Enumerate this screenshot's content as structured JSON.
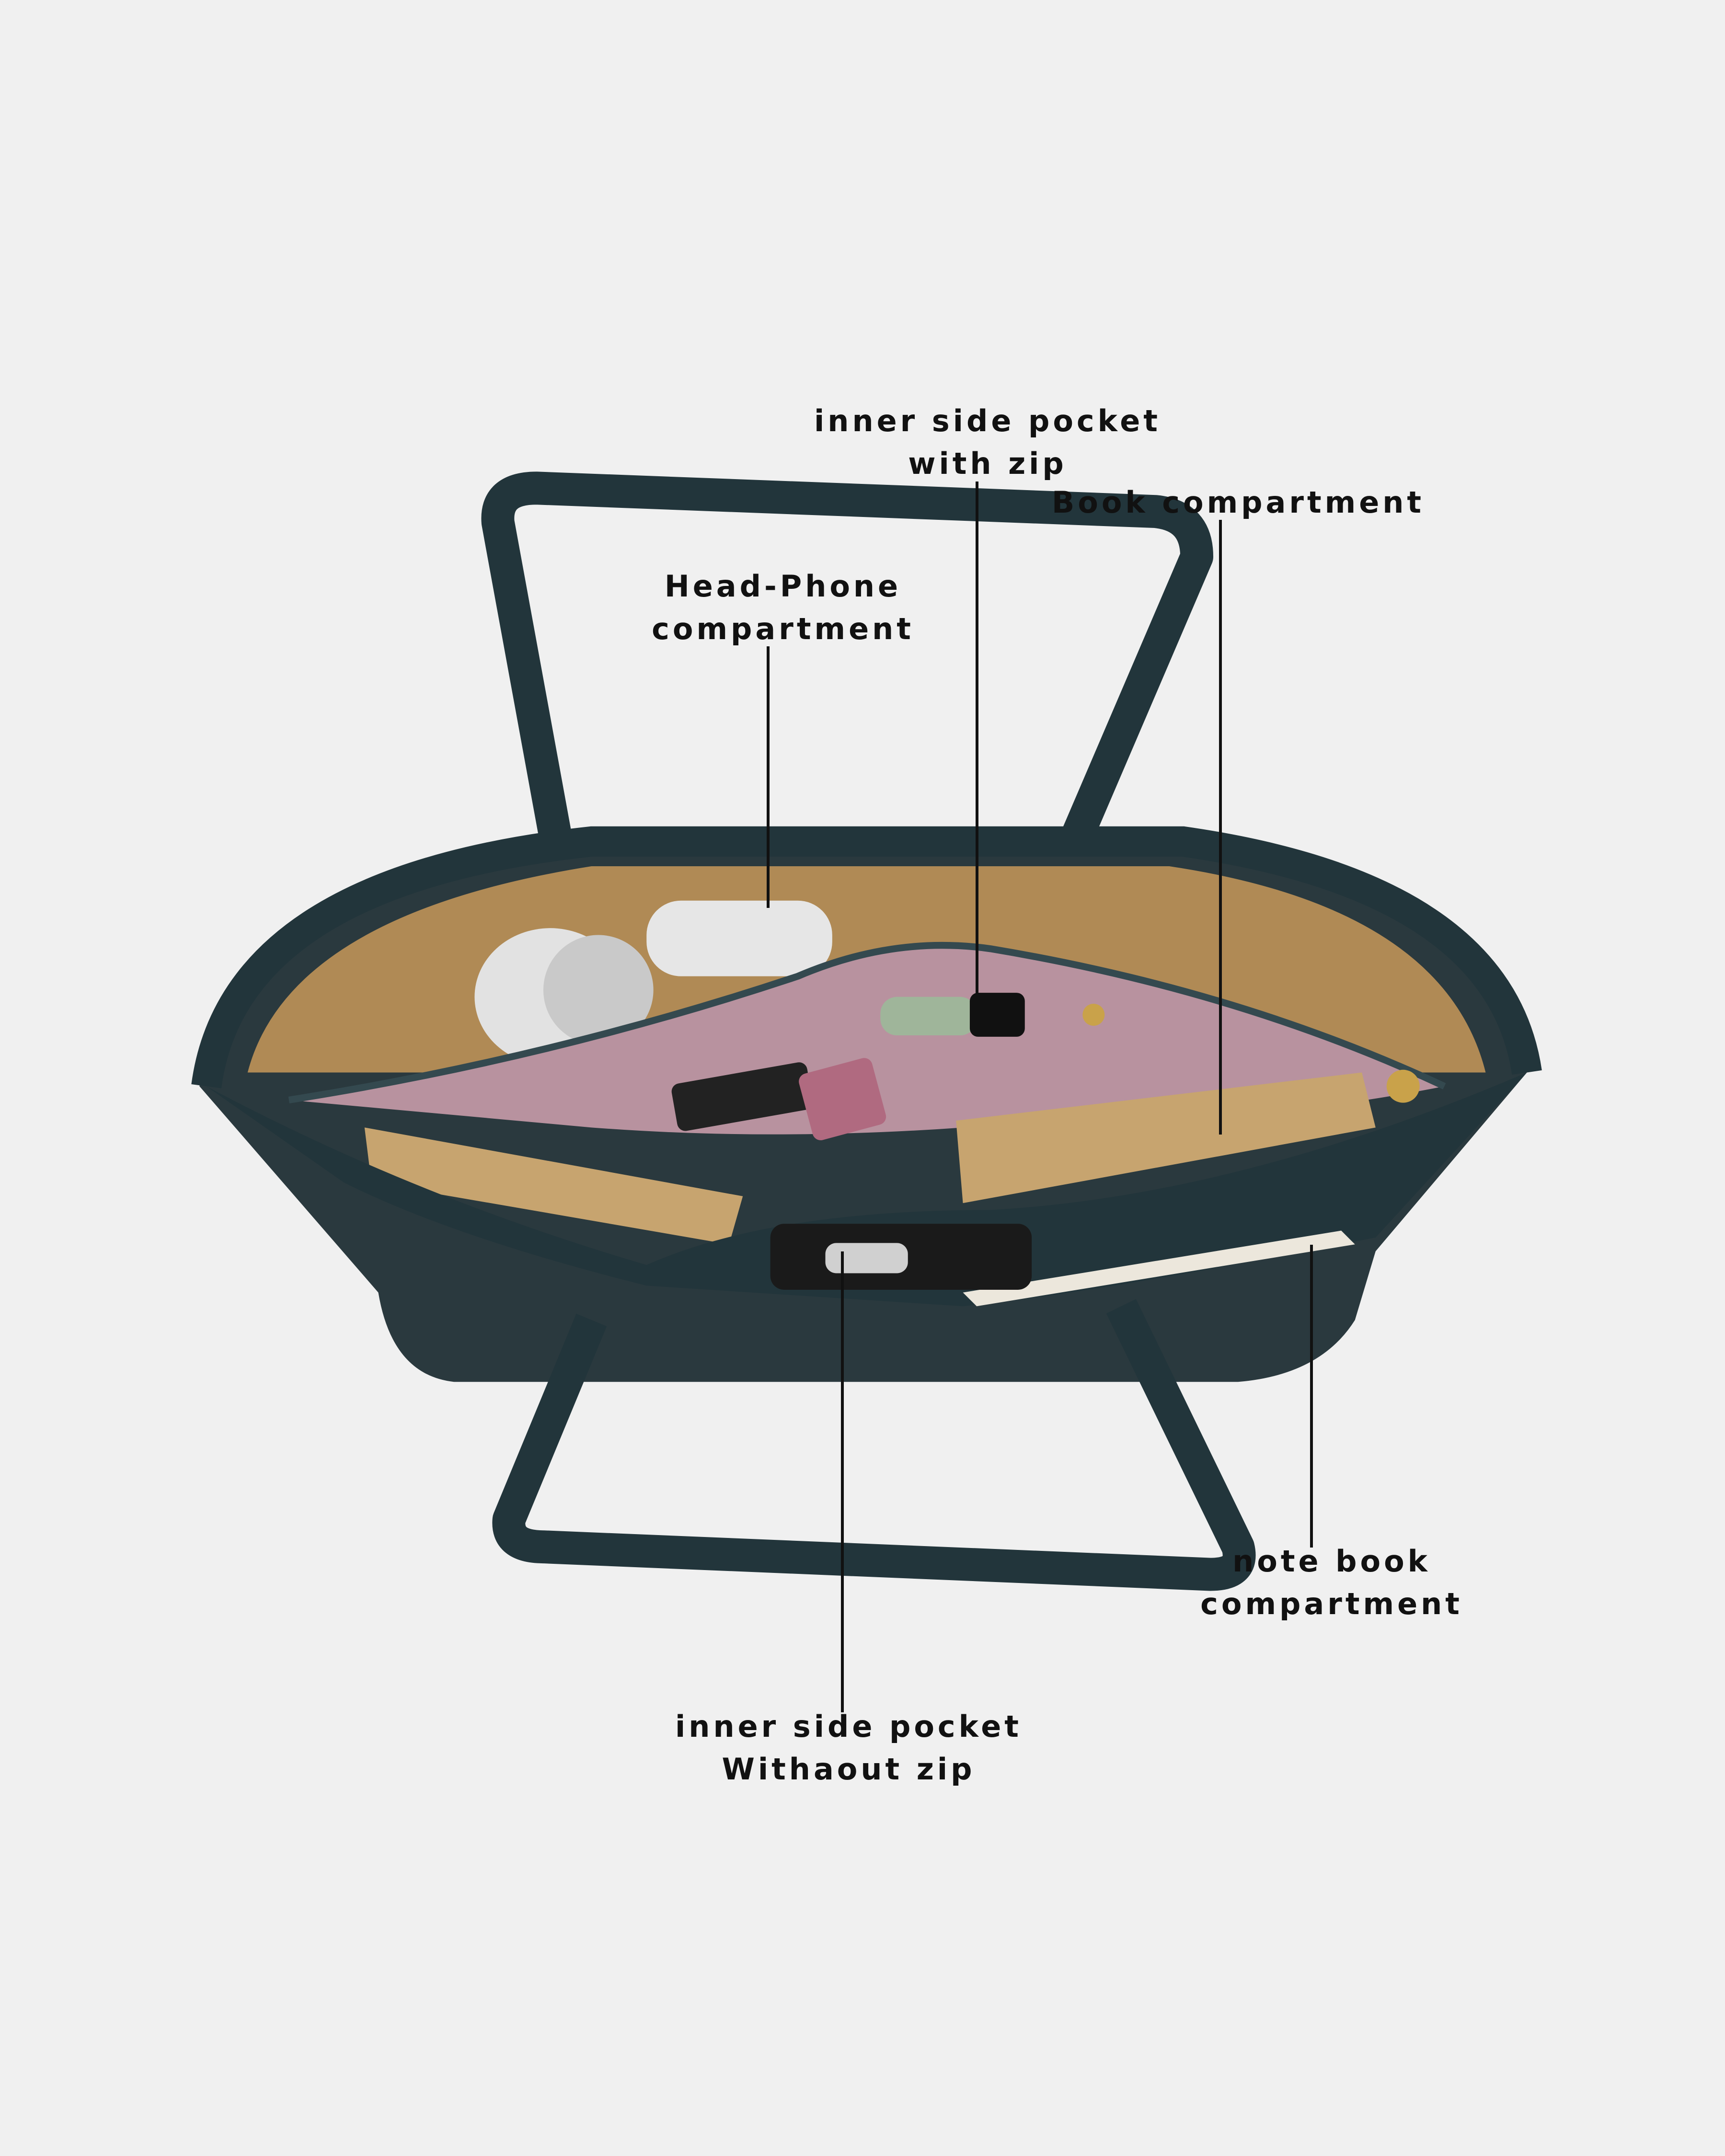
{
  "annotations": [
    {
      "id": "inner-zip-pocket",
      "lines": [
        "inner side pocket",
        "with zip"
      ]
    },
    {
      "id": "book",
      "lines": [
        "Book compartment"
      ]
    },
    {
      "id": "headphone",
      "lines": [
        "Head-Phone",
        "compartment"
      ]
    },
    {
      "id": "notebook",
      "lines": [
        "note book",
        "compartment"
      ]
    },
    {
      "id": "inner-open-pocket",
      "lines": [
        "inner side pocket",
        "Withaout zip"
      ]
    }
  ],
  "colors": {
    "background": "#f0f0f0",
    "bag_leather": "#22353b",
    "lining_pink": "#b8929f",
    "interior_tan": "#b08a55",
    "text": "#111111"
  }
}
